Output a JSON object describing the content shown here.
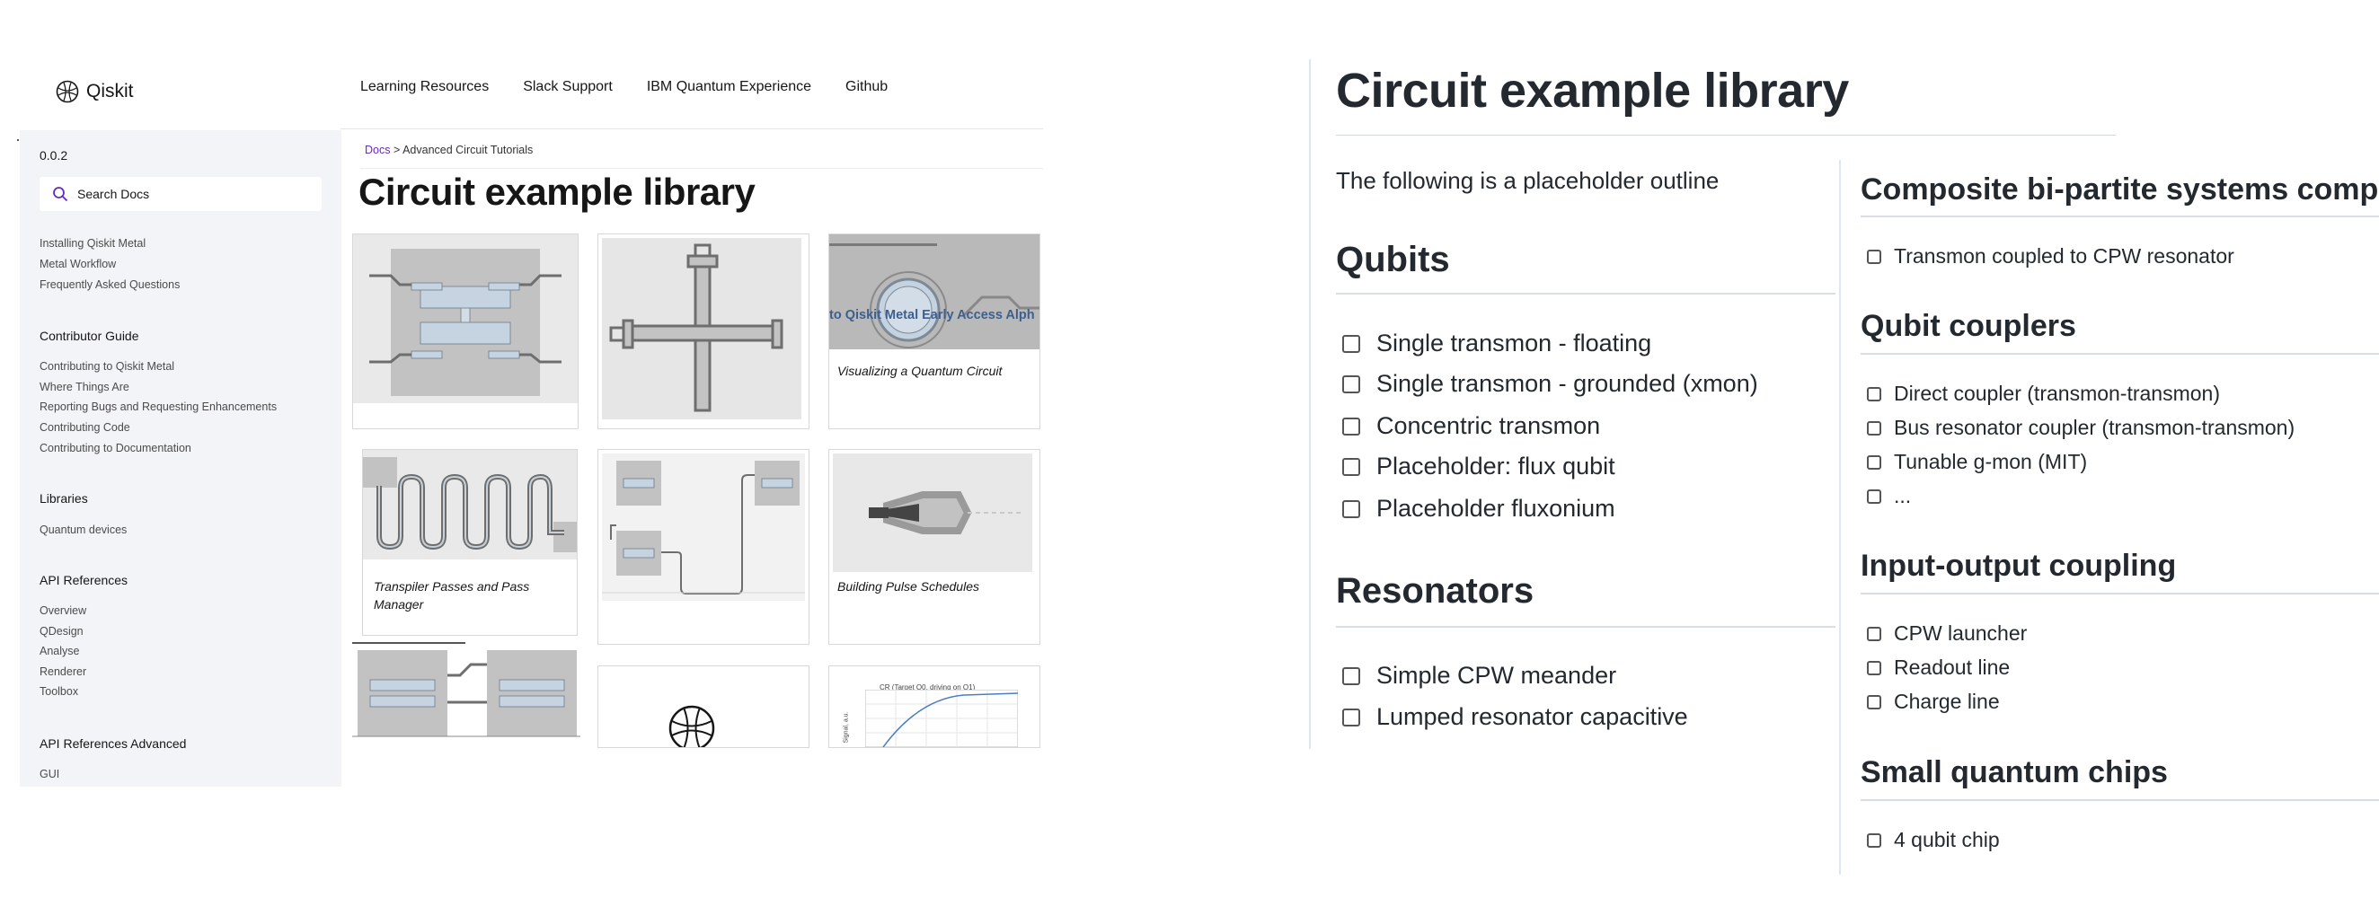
{
  "site": {
    "logo_text": "Qiskit",
    "nav_links": [
      "Learning Resources",
      "Slack Support",
      "IBM Quantum Experience",
      "Github"
    ],
    "version": "0.0.2",
    "search": {
      "placeholder": "Search Docs"
    },
    "sidebar_top_links": [
      "Installing Qiskit Metal",
      "Metal Workflow",
      "Frequently Asked Questions"
    ],
    "sidebar_groups": [
      {
        "title": "Contributor Guide",
        "links": [
          "Contributing to Qiskit Metal",
          "Where Things Are",
          "Reporting Bugs and Requesting Enhancements",
          "Contributing Code",
          "Contributing to Documentation"
        ]
      },
      {
        "title": "Libraries",
        "links": [
          "Quantum devices"
        ]
      },
      {
        "title": "API References",
        "links": [
          "Overview",
          "QDesign",
          "Analyse",
          "Renderer",
          "Toolbox"
        ]
      },
      {
        "title": "API References Advanced",
        "links": [
          "GUI"
        ]
      }
    ],
    "breadcrumb": {
      "link": "Docs",
      "separator": ">",
      "current": "Advanced Circuit Tutorials"
    },
    "page_title": "Circuit example library",
    "cards": [
      {
        "caption": ""
      },
      {
        "caption": ""
      },
      {
        "caption": "Visualizing a Quantum Circuit",
        "banner_text": "to Qiskit Metal Early Access Alph"
      },
      {
        "caption": "Transpiler Passes and Pass Manager"
      },
      {
        "caption": ""
      },
      {
        "caption": "Building Pulse Schedules"
      },
      {
        "caption": ""
      },
      {
        "caption": ""
      },
      {
        "caption": "",
        "plot_title": "CR (Target Q0, driving on Q1)",
        "plot_ylabel": "Signal, a.u."
      }
    ]
  },
  "doc": {
    "title": "Circuit example library",
    "intro": "The following is a placeholder outline",
    "left_sections": [
      {
        "heading": "Qubits",
        "items": [
          "Single transmon - floating",
          "Single transmon - grounded (xmon)",
          "Concentric transmon",
          "Placeholder: flux qubit",
          "Placeholder fluxonium"
        ]
      },
      {
        "heading": "Resonators",
        "items": [
          "Simple CPW meander",
          "Lumped resonator capacitive"
        ]
      }
    ],
    "right_sections": [
      {
        "heading": "Composite bi-partite systems compri",
        "items": [
          "Transmon coupled to CPW resonator"
        ]
      },
      {
        "heading": "Qubit couplers",
        "items": [
          "Direct coupler (transmon-transmon)",
          "Bus resonator coupler (transmon-transmon)",
          "Tunable g-mon (MIT)",
          "..."
        ]
      },
      {
        "heading": "Input-output coupling",
        "items": [
          "CPW launcher",
          "Readout line",
          "Charge line"
        ]
      },
      {
        "heading": "Small quantum chips",
        "items": [
          "4 qubit chip"
        ]
      }
    ]
  }
}
